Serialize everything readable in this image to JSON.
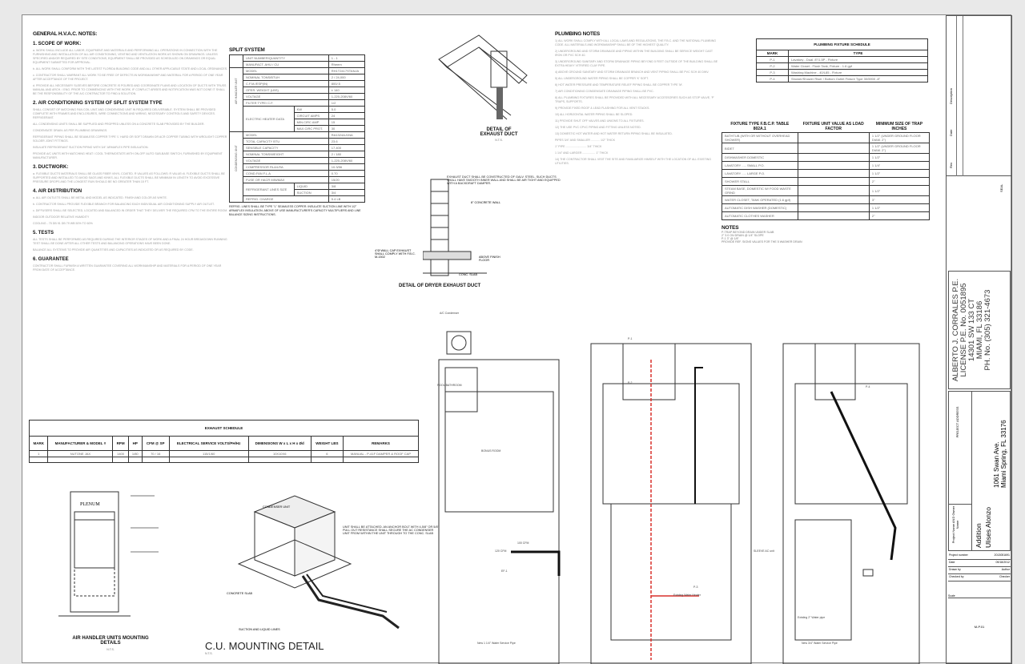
{
  "general_notes": {
    "title": "GENERAL H.V.A.C. NOTES:",
    "sections": [
      {
        "heading": "1. SCOPE OF WORK:",
        "paras": [
          "a. WORK SHALL INCLUDE ALL LABOR, EQUIPMENT AND MATERIALS AND PERFORMING ALL OPERATIONS IN CONNECTION WITH THE FURNISHING AND INSTALLATION OF ALL AIR CONDITIONING, VENTING AND VENTILATION WORK AS SHOWN ON DRAWINGS. UNLESS SPECIFIED AND/OR REQUIRED BY SITE CONDITIONS, EQUIPMENT SHALL BE PROVIDED AS SCHEDULED ON DRAWINGS OR EQUAL EQUIPMENT SUBMITTED FOR APPROVAL.",
          "b. ALL WORK SHALL CONFORM WITH THE LATEST FLORIDA BUILDING CODE AND ALL OTHER APPLICABLE STATE AND LOCAL ORDINANCES.",
          "c. CONTRACTOR SHALL WARRANT ALL WORK TO BE FREE OF DEFECTS IN WORKMANSHIP AND MATERIAL FOR A PERIOD OF ONE YEAR AFTER ACCEPTANCE OF THE PROJECT.",
          "d. PROVIDE ALL NECESSARY SLEEVES BEFORE CONCRETE IS POURED AND COORDINATE PLANS AND LOCATION OF DUCTS WITH TRUSS MANUAL AND ARCH. / ENG. PRIOR TO COMMENCING WITH THE WORK. IF CONFLICT ARISES AND NOTIFICATION WAS NOT DONE IT SHALL BE THE RESPONSIBILITY OF THE A/C CONTRACTOR TO FIND A SOLUTION."
        ]
      },
      {
        "heading": "2. AIR CONDITIONING SYSTEM OF SPLIT SYSTEM TYPE",
        "paras": [
          "SHALL CONSIST OF MATCHING FAN COIL UNIT AND CONDENSING UNIT IN REQUIRED DELIVERABLE. SYSTEM SHALL BE PROVIDED COMPLETE WITH FRAMES AND ENCLOSURES, WIRE CONNECTIONS AND WIRING, NECESSARY CONTROLS AND SAFETY DEVICES. REFRIGERANT.",
          "ALL CONDENSING UNITS SHALL BE SUPPLIED AND PROPPED UNLESS ON A CONCRETE SLAB PROVIDED BY THE BUILDER.",
          "CONDENSATE DRAIN: AS PER PLUMBING DRAWINGS.",
          "REFRIGERANT PIPING SHALL BE SEAMLESS COPPER TYPE 'L' HARD OR SOFT DRAWN OR ACR COPPER TUBING WITH WROUGHT COPPER SOLDER JOINT FITTINGS.",
          "INSULATE REFRIGERANT SUCTION PIPING WITH 3/4\" ARMAFLEX PIPE INSULATION.",
          "PROVIDE A/C UNITS WITH MATCHING HEAT / COOL THERMOSTATS WITH ON-OFF AUTO SUB-BASE SWITCH, FURNISHED BY EQUIPMENT MANUFACTURER."
        ]
      },
      {
        "heading": "3. DUCTWORK:",
        "paras": [
          "a. FLEXIBLE DUCTS MATERIALS SHALL BE GLASS FIBER VINYL COATED. R VALUES AS FOLLOWS: R VALUE=6. FLEXIBLE DUCTS SHALL BE SUPPORTED AND INSTALLED TO AVOID SAGS AND KINKS. ALL FLEXIBLE DUCTS SHALL BE MINIMUM IN LENGTH TO AVOID EXCESSIVE PRESSURE DROPS AND THE LONGEST RUN SHOULD BE NO GREATER THAN 15 FT."
        ]
      },
      {
        "heading": "4. AIR DISTRIBUTION",
        "paras": [
          "a. ALL AIR OUTLETS SHALL BE METAL AND MODEL AS INDICATED. FINISH AND COLOR AS WHITE.",
          "b. CONTRACTOR SHALL PROVIDE FLEXIBLE BRANCH FOR BALANCING EACH INDIVIDUAL AIR CONDITIONING SUPPLY AIR OUTLET.",
          "c. DIFFUSERS SHALL BE SELECTED, LOCATED AND BALANCED IN ORDER THAT THEY DELIVER THE REQUIRED CFM TO THE ENTIRE ROOM.",
          "INDOOR        OUTDOOR        RELATIVE HUMIDITY",
          "COOLING - 75 DB    91 DB 79 WB    50% TO 60%"
        ]
      },
      {
        "heading": "5. TESTS",
        "paras": [
          "ALL TESTS SHALL BE PERFORMED AS REQUIRED DURING THE INTERIOR STAGES OF WORK AND A FINAL 24 HOUR BREAKDOWN RUNNING TEST SHALL BE DONE AFTER ALL OTHER TESTS AND BALANCING OPERATIONS HAVE BEEN DONE.",
          "BALANCE ALL SYSTEMS TO PROVIDE AIR QUANTITIES AND CAPACITIES AS INDICATED OR AS REQUIRED BY CODE."
        ]
      },
      {
        "heading": "6. GUARANTEE",
        "paras": [
          "CONTRACTOR SHALL FURNISH A WRITTEN GUARANTEE COVERING ALL WORKMANSHIP AND MATERIALS FOR A PERIOD OF ONE YEAR FROM DATE OF ACCEPTANCE."
        ]
      }
    ]
  },
  "split_system": {
    "title": "SPLIT SYSTEM",
    "header": [
      [
        "UNIT NUMBER/QUANTITY",
        "1 - 1"
      ],
      [
        "MANUFACT.    AHU / CU",
        "Rheem"
      ]
    ],
    "ahu_label": "AIR HANDLER UNIT",
    "ahu": [
      [
        "MODEL",
        "RH1T2417STANJA"
      ],
      [
        "NOMINAL TONS/BTUH",
        "2 / 24,000"
      ],
      [
        "C.F.M./ESP(IN)",
        "800/.5"
      ],
      [
        "OPER. WEIGHT (LBS)",
        "± 140"
      ],
      [
        "VOLTAGE",
        "1-220-208V/60"
      ],
      [
        "FILTER TYPE/ C.F.",
        "1/2"
      ]
    ],
    "heater_label": "ELECTRIC HEATER DATA",
    "heater": [
      [
        "KW",
        "5.0"
      ],
      [
        "CIRCUIT AMPS",
        "24"
      ],
      [
        "MIN.CIRC AMP",
        "15"
      ],
      [
        "MAX.CIRC PROT.",
        "30"
      ]
    ],
    "cu_label": "CONDENSING UNIT",
    "cu": [
      [
        "MODEL",
        "RA1324AJ1NA"
      ],
      [
        "TOTAL CAPACITY BTU",
        "23.6"
      ],
      [
        "SENSIBLE CAPACITY",
        "17,400"
      ],
      [
        "NOMINAL TONS/WEIGHT",
        "2 / 180"
      ],
      [
        "VOLTAGE",
        "1-220-208V/60"
      ],
      [
        "COMPRESSOR RLA/LRA",
        "10.3/56"
      ],
      [
        "COND.FAN F.L.A",
        "0.70"
      ],
      [
        "FUSE OR HACR MIN/MAX",
        "15/20"
      ]
    ],
    "ref_label": "REFRIGERANT LINES SIZE",
    "liquid": [
      "LIQUID",
      "3/8"
    ],
    "suction": [
      "SUCTION",
      "3/4"
    ],
    "charge": [
      "REFRIG. CHARGE",
      "5.4 LB"
    ],
    "note": "REFRIG. LINES SHALL BE TYPE \"L\" SEAMLESS COPPER. INSULATE SUCTION LINE WITH 1/2\" ARMAFLEX INSULATION. ABOVE OF USE MANUFACTURER'S CAPACITY MULTIPLIERS AND LINE BALANCE SIZING INSTRUCTIONS."
  },
  "exhaust_schedule": {
    "title": "EXHAUST SCHEDULE",
    "columns": [
      "MARK",
      "MANUFACTURER & MODEL #",
      "RPM",
      "HP",
      "CFM @ SP",
      "ELECTRICAL SERVICE VOLTS/PH/Hz",
      "DIMENSIONS W x L x H x Ød",
      "WEIGHT LBS",
      "REMARKS"
    ],
    "rows": [
      [
        "1",
        "NUTONE JAX",
        "1400",
        "1/80",
        "70 / 16",
        "115/1/60",
        "10X10X6",
        "6",
        "MANUAL - P-41F DAMPER & ROOF CAP"
      ]
    ]
  },
  "details": {
    "exhaust_duct": "DETAIL OF EXHAUST DUCT",
    "exhaust_duct_scale": "N.T.S.",
    "dryer_duct": "DETAIL OF DRYER EXHAUST DUCT",
    "dryer_note": "EXHAUST DUCT SHALL BE CONSTRUCTED OF GALV. STEEL. SUCH DUCTS SHALL HAVE SMOOTH INNER WALL AND SHALL BE AIR TIGHT AND EQUIPPED WITH A BACKDRAFT DAMPER.",
    "dryer_labels": [
      "8\" CONCRETE WALL",
      "4\"Ø WALL CAP EXHAUST SHALL COMPLY WITH F.B.C. M-1502",
      "ABOVE FINISH FLOOR",
      "CONC. SLAB"
    ],
    "ahu_title": "AIR HANDLER UNITS MOUNTING DETAILS",
    "ahu_scale": "N.T.S.",
    "plenum": "PLENUM",
    "cu_title": "C.U. MOUNTING DETAIL",
    "cu_scale": "N.T.S.",
    "cu_labels": [
      "CONDENSER UNIT",
      "UNIT SHALL BE ATTACHED. AN ANCHOR BOLT WITH 4-5/8\" OR 5/8\" PULL OUT RESISTANCE SHALL SECURE THE AC CONDENSER UNIT FROM WITHIN THE UNIT THROUGH TO THE CONC. SLAB",
      "CONCRETE SLAB",
      "SUCTION AND LIQUID LINES"
    ]
  },
  "plumbing_notes": {
    "title": "PLUMBING NOTES",
    "items": [
      "1) ALL WORK SHALL COMPLY WITH ALL LOCAL LAWS AND REGULATIONS, THE F.B.C. AND THE NATIONAL PLUMBING CODE. ALL MATERIALS AND WORKMANSHIP SHALL BE OF THE HIGHEST QUALITY.",
      "2) UNDERGROUND AND STORM DRAINAGE AND PIPING WITHIN THE BUILDING SHALL BE SERVICE WEIGHT CAST IRON OR PVC SCH 40.",
      "3) UNDERGROUND SANITARY AND STORM DRAINAGE PIPING BEYOND 5 FEET OUTSIDE OF THE BUILDING SHALL BE EXTRA HEAVY VITRIFIED CLAY PIPE.",
      "4) ABOVE GROUND SANITARY AND STORM DRAINAGE BRANCH AND VENT PIPING SHALL BE PVC SCH 40 DWV.",
      "5) ALL UNDERGROUND WATER PIPING SHALL BE COPPER 'K' SOFT.",
      "6) HOT WATER PRESSURE AND TEMPERATURE RELIEF PIPING SHALL BE COPPER TYPE 'M'.",
      "7) AIR CONDITIONING CONDENSATE DRAINAGE PIPING SHALL BE PVC.",
      "8) ALL PLUMBING FIXTURES SHALL BE PROVIDED WITH ALL NECESSARY ACCESSORIES SUCH AS STOP VALVE, 'P' TRAPS, SUPPORTS.",
      "9) PROVIDE FIXED ROOF & LEAD FLASHING FOR ALL VENT STACKS.",
      "10) ALL HORIZONTAL WATER PIPING SHALL BE SLOPED.",
      "11) PROVIDE SHUT OFF VALVES AND UNIONS TO ALL FIXTURES.",
      "12) THE USE PVC CPVC PIPING AND FITTING UNLESS NOTED.",
      "13) DOMESTIC HOT WATER AND HOT WATER RETURN PIPING SHALL BE INSULATED.",
      "PIPES 3/4\" AND SMALLER ........... 1/2\" THICK",
      "1\" PIPE .......................... 3/4\" THICK",
      "1 1/4\" AND LARGER ................ 1\" THICK",
      "14) THE CONTRACTOR SHALL VISIT THE SITE AND FAMILIARIZE HIMSELF WITH THE LOCATION OF ALL EXISTING UTILITIES."
    ]
  },
  "fixture_schedule": {
    "title": "PLUMBING FIXTURE SCHEDULE",
    "columns": [
      "MARK",
      "TYPE"
    ],
    "rows": [
      [
        "P-1",
        "Lavatory - Dual, 8\"/1.5P - Fixture"
      ],
      [
        "P-2",
        "Water Closet - Flush Tank, Fixture - 1.6 gpf"
      ],
      [
        "P-3",
        "Washing Machine - 40/L85 - Fixture"
      ],
      [
        "P-4",
        "Shower/Shower Riser / Bottom Outlet Fixture Type 30/5900 -8\""
      ]
    ]
  },
  "fixture_units": {
    "columns": [
      "FIXTURE TYPE F.B.C.P. TABLE 802A.1",
      "FIXTURE UNIT VALUE AS LOAD FACTOR",
      "MINIMUM SIZE OF TRAP INCHES"
    ],
    "rows": [
      [
        "BATHTUB (WITH OR WITHOUT OVERHEAD SHOWER)",
        "",
        "1 1/2\" (UNDER GROUND FLOOR DIAM. 2\")"
      ],
      [
        "BIDET",
        "",
        "1 1/2\" (UNDER GROUND FLOOR DIAM. 2\")"
      ],
      [
        "DISHWASHER DOMESTIC",
        "",
        "1 1/2\""
      ],
      [
        "LAVATORY ..... SMALL P.O.",
        "",
        "1 1/4\""
      ],
      [
        "LAVATORY ..... LARGE P.O.",
        "",
        "1 1/2\""
      ],
      [
        "SHOWER STALL",
        "",
        "2\""
      ],
      [
        "STEAM BASE, DOMESTIC W/ FOOD WASTE GRIND",
        "",
        "1 1/2\""
      ],
      [
        "WATER CLOSET, TANK OPERATED (1.6 gpf)",
        "",
        "3\""
      ],
      [
        "AUTOMATIC DISH WASHER (DOMESTIC)",
        "",
        "1 1/2\""
      ],
      [
        "AUTOMATIC CLOTHES WASHER",
        "",
        "2\""
      ]
    ]
  },
  "notes": {
    "title": "NOTES",
    "items": [
      "P-TRAP BEYOND DRAIN UNDER SLAB",
      "2\" 3.0 ON DRAIN @ 1/4\" SLOPE",
      "P-1 3\" @ 1/8\"",
      "PROVIDE REF. SIGNS VALUES FOR THE 5 WASHER DRAIN"
    ]
  },
  "plans": {
    "labels": [
      "A/C Condenser",
      "POOL BATHROOM",
      "BONUS ROOM",
      "New 1 1/4\" Water Service Pipe",
      "Existing 2\" Water pipe",
      "Existing Water Heater",
      "New 3/4\" Water Service Pipe",
      "SLEEVE AC unit",
      "P-1",
      "P-2",
      "P-3",
      "P-4",
      "120 CFM",
      "100 CFM",
      "EF-1"
    ]
  },
  "title_block": {
    "revision_headers": [
      "Description",
      "Date",
      "Rev"
    ],
    "seal": "SEAL",
    "engineer": [
      "ALBERTO J. CORRALES P.E.",
      "LICENSE P.E. No. 0051895",
      "14301 SW 133 CT",
      "MIAMI, FL 33186",
      "PH. No. (305) 321-4673"
    ],
    "project_name_label": "Project Name AND Owner Name",
    "project_name": "Addition",
    "owner": "Ulises Alonzo",
    "address_label": "PROJECT ADDRESS",
    "address": [
      "1061 Swan Ave.",
      "Miami Spring, FL 33176"
    ],
    "fields": [
      [
        "Project number",
        "2013051691"
      ],
      [
        "Date",
        "09/18/2012"
      ],
      [
        "Drawn by",
        "Author"
      ],
      [
        "Checked by",
        "Checker"
      ]
    ],
    "scale_label": "Scale",
    "sheet": "M-P.01"
  },
  "colors": {
    "sheet": "#ffffff",
    "line": "#333333",
    "text": "#111111",
    "note_text": "#9a9a9a",
    "water_pipe": "#d9302c"
  }
}
